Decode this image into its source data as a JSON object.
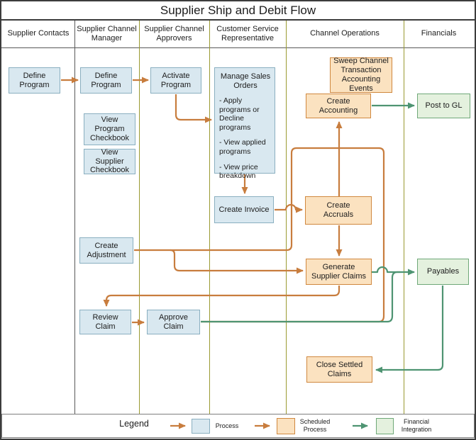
{
  "title": "Supplier Ship and Debit Flow",
  "lanes": [
    {
      "label": "Supplier Contacts"
    },
    {
      "label": "Supplier Channel Manager"
    },
    {
      "label": "Supplier Channel Approvers"
    },
    {
      "label": "Customer Service Representative"
    },
    {
      "label": "Channel Operations"
    },
    {
      "label": "Financials"
    }
  ],
  "boxes": {
    "define_program_contacts": {
      "label": "Define Program",
      "type": "process"
    },
    "define_program_manager": {
      "label": "Define Program",
      "type": "process"
    },
    "activate_program": {
      "label": "Activate Program",
      "type": "process"
    },
    "view_program_checkbook": {
      "label": "View Program Checkbook",
      "type": "process"
    },
    "view_supplier_checkbook": {
      "label": "View Supplier Checkbook",
      "type": "process"
    },
    "manage_sales_orders": {
      "title": "Manage Sales Orders",
      "bullets": [
        "- Apply programs or Decline programs",
        "- View applied programs",
        "- View price breakdown"
      ],
      "type": "process"
    },
    "sweep_channel_transaction_accounting_events": {
      "label": "Sweep Channel Transaction Accounting Events",
      "type": "scheduled"
    },
    "create_accounting": {
      "label": "Create Accounting",
      "type": "scheduled"
    },
    "post_to_gl": {
      "label": "Post to GL",
      "type": "financial"
    },
    "create_invoice": {
      "label": "Create Invoice",
      "type": "process"
    },
    "create_accruals": {
      "label": "Create Accruals",
      "type": "scheduled"
    },
    "create_adjustment": {
      "label": "Create Adjustment",
      "type": "process"
    },
    "generate_supplier_claims": {
      "label": "Generate Supplier Claims",
      "type": "scheduled"
    },
    "payables": {
      "label": "Payables",
      "type": "financial"
    },
    "review_claim": {
      "label": "Review Claim",
      "type": "process"
    },
    "approve_claim": {
      "label": "Approve Claim",
      "type": "process"
    },
    "close_settled_claims": {
      "label": "Close Settled Claims",
      "type": "scheduled"
    }
  },
  "legend": {
    "title": "Legend",
    "items": [
      {
        "label": "Process",
        "type": "process"
      },
      {
        "label": "Scheduled Process",
        "type": "scheduled"
      },
      {
        "label": "Financial Integration",
        "type": "financial"
      }
    ]
  },
  "colors": {
    "process_fill": "#d9e8f0",
    "process_border": "#8aafc0",
    "scheduled_fill": "#fbe2c0",
    "scheduled_border": "#d0883f",
    "financial_fill": "#e4f1de",
    "financial_border": "#6fa878",
    "process_arrow": "#c87d3e",
    "financial_arrow": "#4e9472",
    "lane_line": "#9a9a32",
    "lane_line_gray": "#595959"
  }
}
